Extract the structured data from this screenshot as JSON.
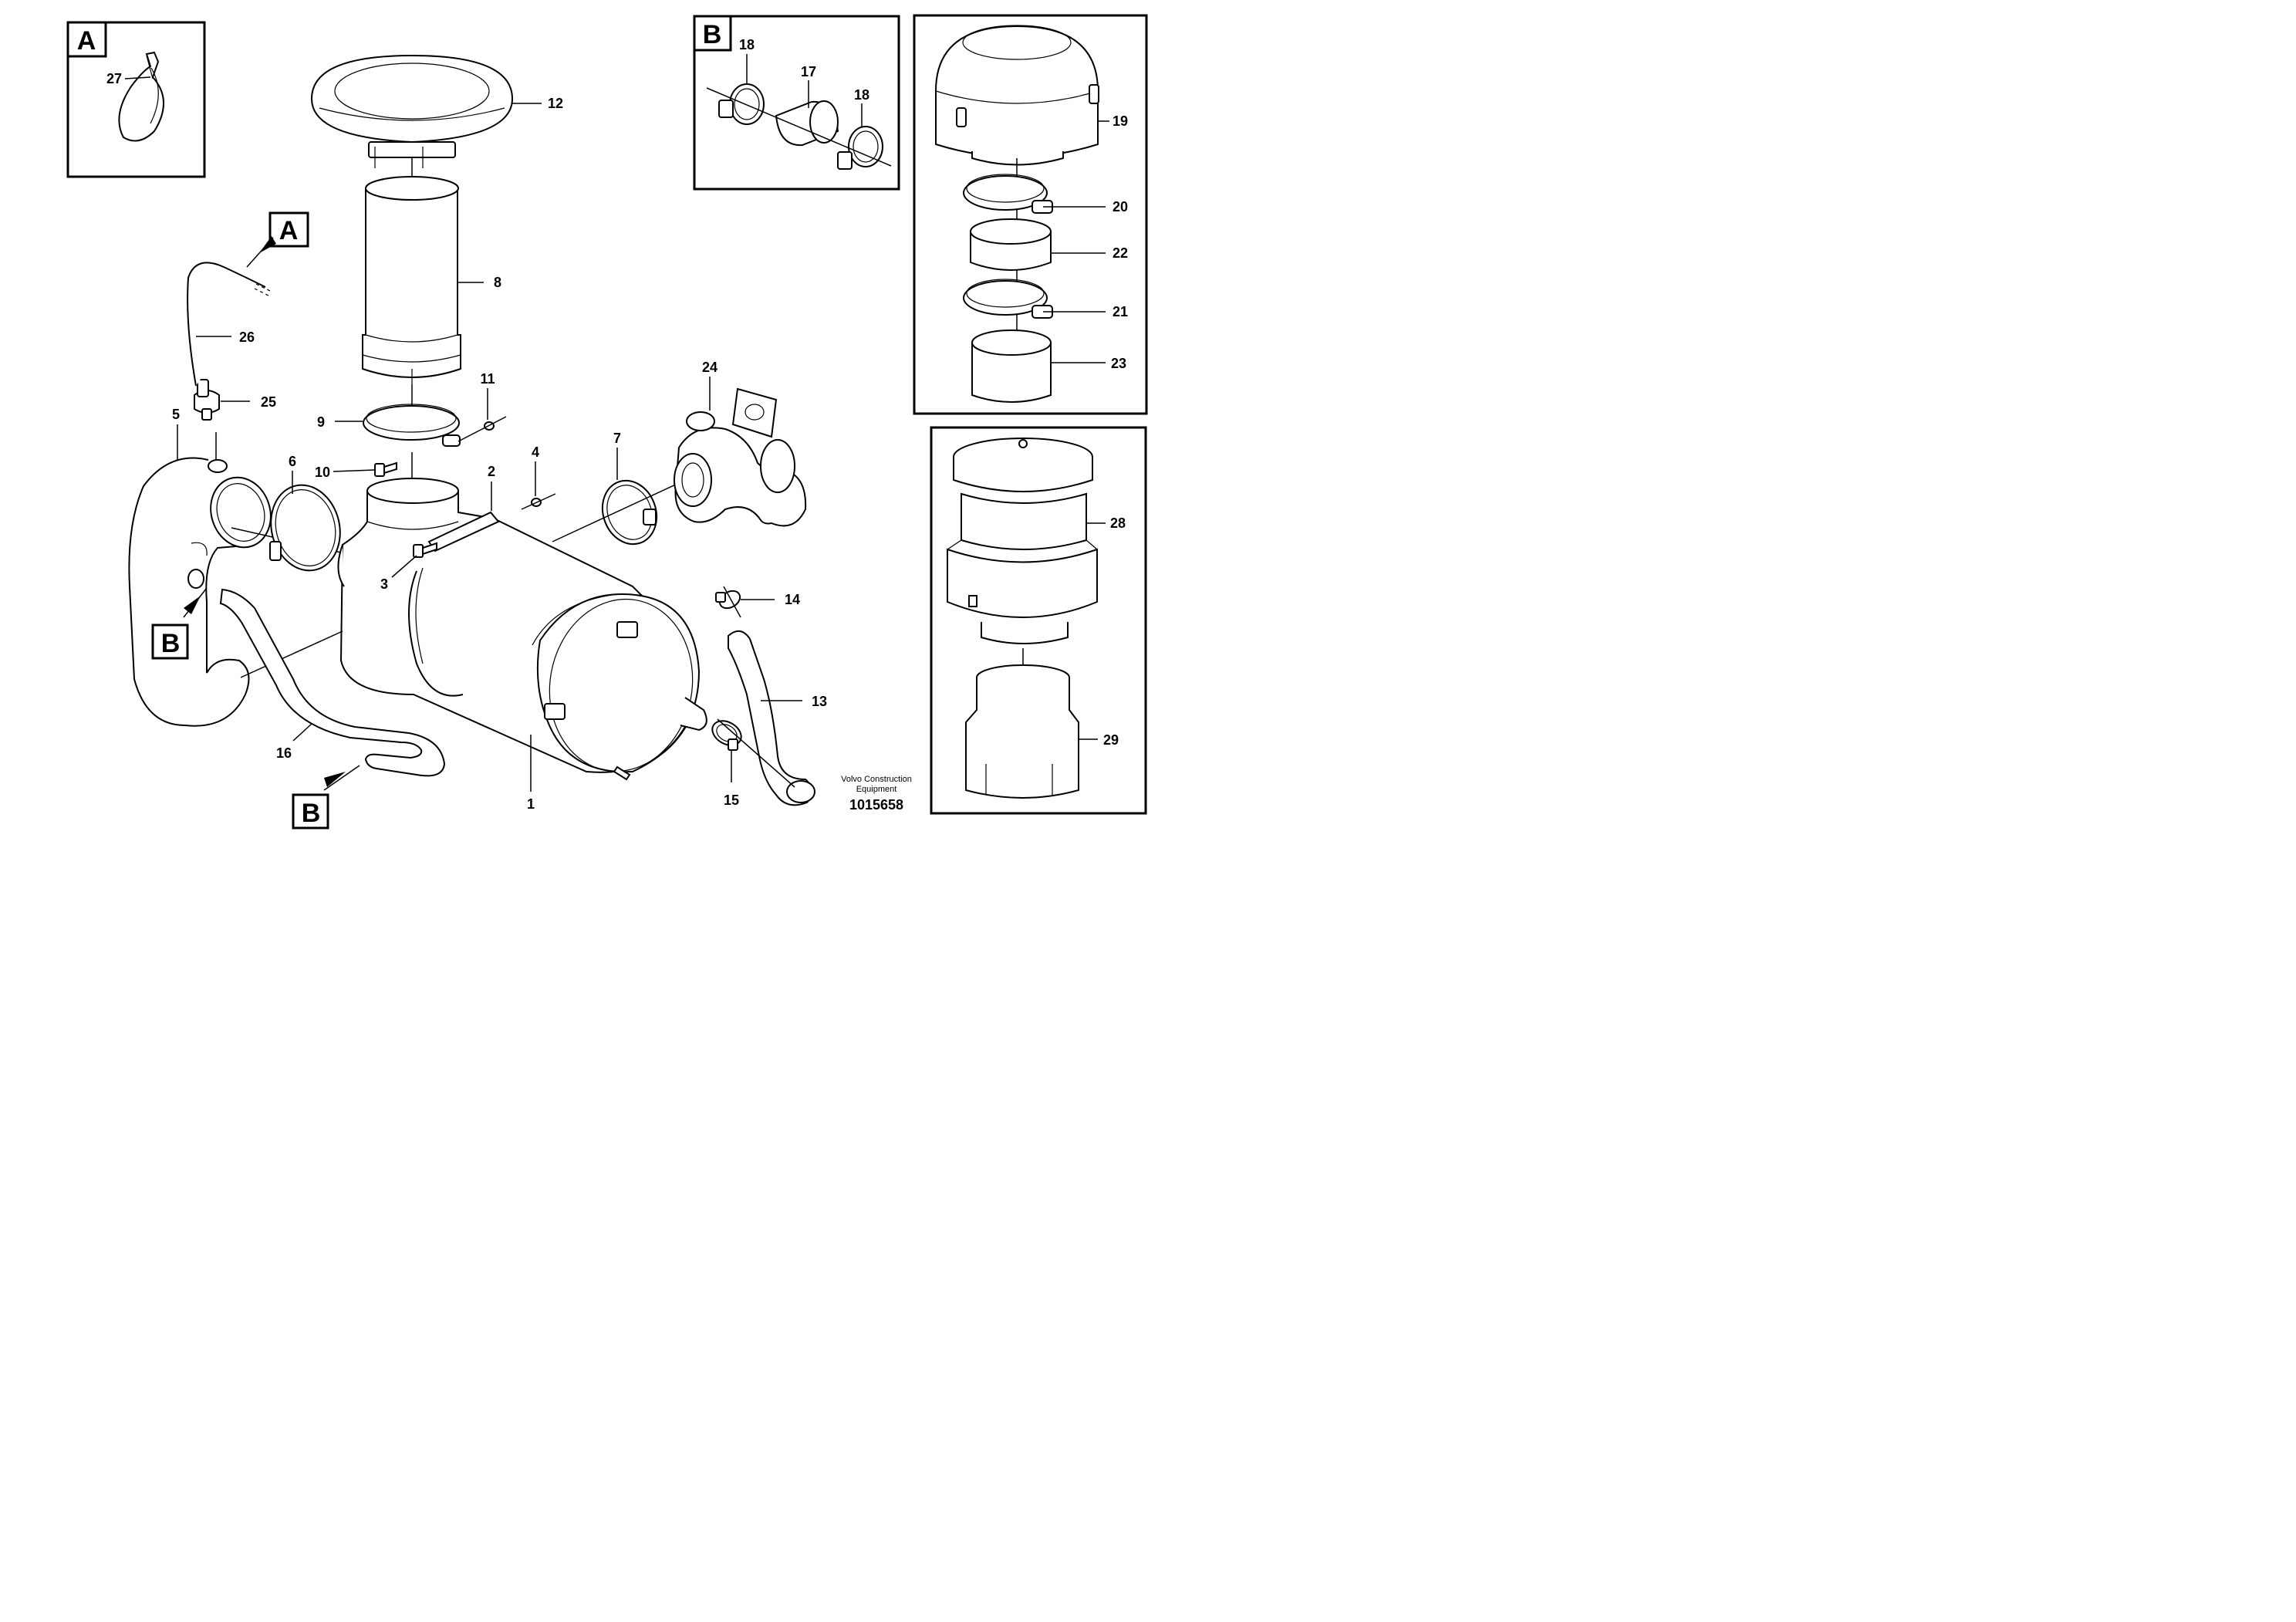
{
  "diagram": {
    "callouts": {
      "c1": "1",
      "c2": "2",
      "c3": "3",
      "c4": "4",
      "c5": "5",
      "c6": "6",
      "c7": "7",
      "c8": "8",
      "c9": "9",
      "c10": "10",
      "c11": "11",
      "c12": "12",
      "c13": "13",
      "c14": "14",
      "c15": "15",
      "c16": "16",
      "c17": "17",
      "c18a": "18",
      "c18b": "18",
      "c19": "19",
      "c20": "20",
      "c21": "21",
      "c22": "22",
      "c23": "23",
      "c24": "24",
      "c25": "25",
      "c26": "26",
      "c27": "27",
      "c28": "28",
      "c29": "29"
    },
    "detail_refs": {
      "inset_a": "A",
      "inset_b": "B",
      "ref_a": "A",
      "ref_b_upper": "B",
      "ref_b_lower": "B"
    },
    "credit_line1": "Volvo Construction",
    "credit_line2": "Equipment",
    "drawing_number": "1015658"
  }
}
